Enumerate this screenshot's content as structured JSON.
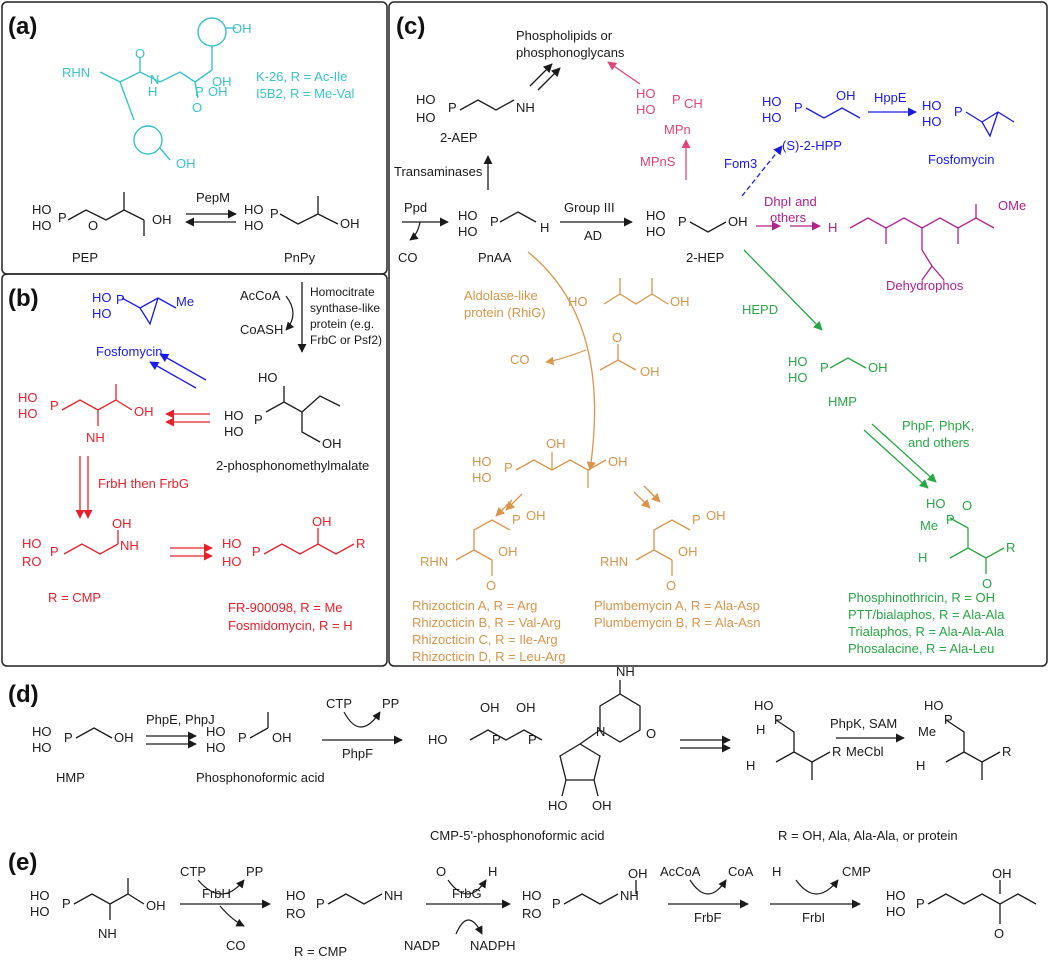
{
  "colors": {
    "black": "#1a1a1a",
    "cyan": "#38c3cc",
    "red": "#e8202a",
    "blue": "#1a1ae6",
    "pink": "#e0447a",
    "magenta": "#b0228c",
    "orange": "#d9954a",
    "green": "#28a745"
  },
  "panels": {
    "a": "(a)",
    "b": "(b)",
    "c": "(c)",
    "d": "(d)",
    "e": "(e)"
  },
  "a": {
    "k26": "K-26, R = Ac-Ile",
    "i5b2": "I5B2, R = Me-Val",
    "rhn": "RHN",
    "pepm": "PepM",
    "pep": "PEP",
    "pnpy": "PnPy"
  },
  "b": {
    "acoa": "AcCoA",
    "coash": "CoASH",
    "homocitrate1": "Homocitrate",
    "homocitrate2": "synthase-like",
    "homocitrate3": "protein (e.g.",
    "homocitrate4": "FrbC or Psf2)",
    "fosfomycin": "Fosfomycin",
    "pmm": "2-phosphonomethylmalate",
    "frbh_frbg": "FrbH then FrbG",
    "r_cmp": "R = CMP",
    "fr900098": "FR-900098, R = Me",
    "fosmidomycin": "Fosmidomycin, R = H"
  },
  "c": {
    "phospholipids1": "Phospholipids or",
    "phospholipids2": "phosphonoglycans",
    "aep": "2-AEP",
    "mpn": "MPn",
    "mpns": "MPnS",
    "transaminases": "Transaminases",
    "ppd": "Ppd",
    "co2": "CO",
    "pnaa": "PnAA",
    "group3": "Group III",
    "ad": "AD",
    "hep": "2-HEP",
    "fom3": "Fom3",
    "shpp": "(S)-2-HPP",
    "hppe": "HppE",
    "fosfomycin": "Fosfomycin",
    "dhpi1": "DhpI and",
    "dhpi2": "others",
    "dehydrophos": "Dehydrophos",
    "aldolase1": "Aldolase-like",
    "aldolase2": "protein (RhiG)",
    "hepd": "HEPD",
    "hmp": "HMP",
    "phpf1": "PhpF, PhpK,",
    "phpf2": "and others",
    "rhizo": [
      "Rhizocticin A, R = Arg",
      "Rhizocticin B, R = Val-Arg",
      "Rhizocticin C, R = Ile-Arg",
      "Rhizocticin D, R = Leu-Arg"
    ],
    "plumb": [
      "Plumbemycin A, R = Ala-Asp",
      "Plumbemycin B, R = Ala-Asn"
    ],
    "ptt": [
      "Phosphinothricin, R = OH",
      "PTT/bialaphos, R = Ala-Ala",
      "Trialaphos, R = Ala-Ala-Ala",
      "Phosalacine, R = Ala-Leu"
    ]
  },
  "d": {
    "hmp": "HMP",
    "phpe": "PhpE, PhpJ",
    "pfa": "Phosphonoformic acid",
    "ctp": "CTP",
    "ppi": "PP",
    "phpf": "PhpF",
    "cmp5": "CMP-5'-phosphonoformic acid",
    "phpk": "PhpK, SAM",
    "mecbl": "MeCbl",
    "r_list": "R = OH, Ala, Ala-Ala, or protein"
  },
  "e": {
    "ctp": "CTP",
    "ppi": "PP",
    "frbh": "FrbH",
    "co2": "CO",
    "r_cmp": "R = CMP",
    "o2": "O",
    "h2o": "H",
    "frbg": "FrbG",
    "nadp": "NADP",
    "nadph": "NADPH",
    "acoa": "AcCoA",
    "coa": "CoA",
    "frbf": "FrbF",
    "h2o_b": "H",
    "cmp": "CMP",
    "frbi": "FrbI"
  }
}
